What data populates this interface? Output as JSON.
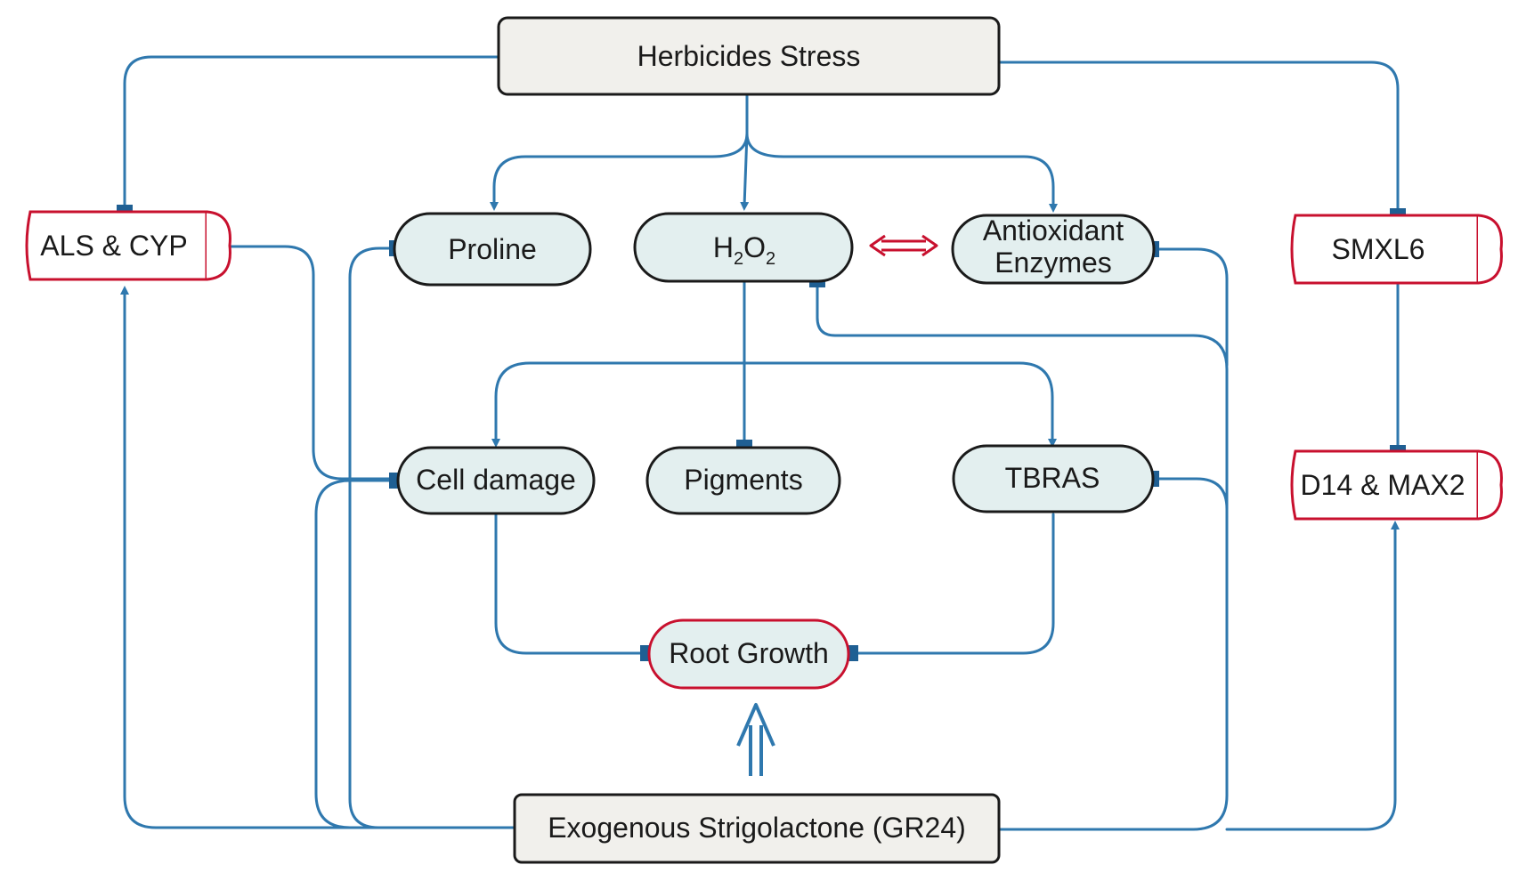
{
  "nodes": {
    "herbicides_stress": "Herbicides Stress",
    "exogenous_strigolactone": "Exogenous Strigolactone (GR24)",
    "als_cyp": "ALS & CYP",
    "smxl6": "SMXL6",
    "d14_max2": "D14 & MAX2",
    "proline": "Proline",
    "h2o2": {
      "h": "H",
      "sub1": "2",
      "o": "O",
      "sub2": "2"
    },
    "antioxidant_line1": "Antioxidant",
    "antioxidant_line2": "Enzymes",
    "cell_damage": "Cell damage",
    "pigments": "Pigments",
    "tbras": "TBRAS",
    "root_growth": "Root Growth"
  },
  "colors": {
    "edge": "#2f78ae",
    "inhibition_bar": "#1f5f93",
    "red_outline": "#c8102e",
    "pill_fill": "#e3efef",
    "rect_fill": "#f1f0ec"
  }
}
